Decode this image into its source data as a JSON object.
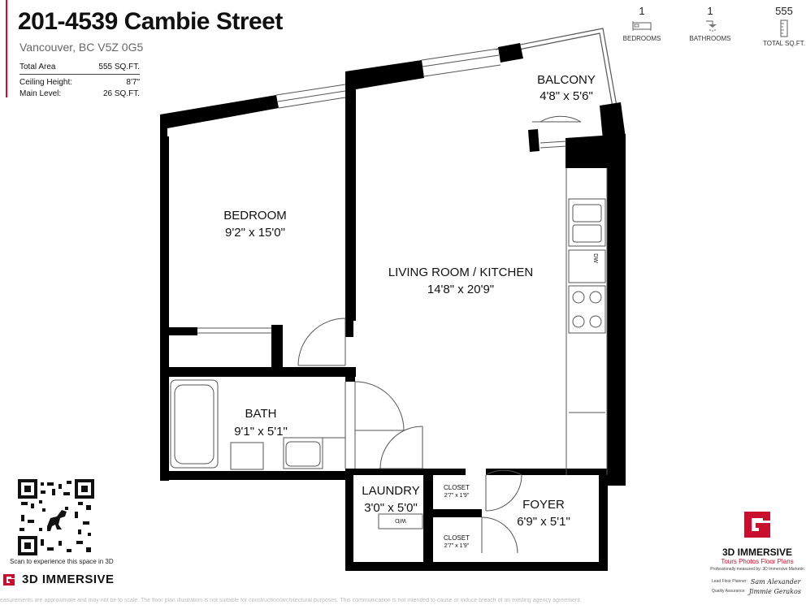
{
  "header": {
    "title": "201-4539 Cambie Street",
    "address": "Vancouver, BC V5Z 0G5",
    "stats": [
      {
        "label": "Total Area",
        "value": "555 SQ.FT."
      },
      {
        "label": "Ceiling Height:",
        "value": "8'7\""
      },
      {
        "label": "Main Level:",
        "value": "26 SQ.FT."
      }
    ]
  },
  "summary": [
    {
      "value": "1",
      "label": "BEDROOMS",
      "icon": "bed-icon"
    },
    {
      "value": "1",
      "label": "BATHROOMS",
      "icon": "shower-icon"
    },
    {
      "value": "555",
      "label": "TOTAL SQ.FT.",
      "icon": "ruler-icon"
    }
  ],
  "rooms": {
    "bedroom": {
      "name": "BEDROOM",
      "dims": "9'2\" x 15'0\""
    },
    "living": {
      "name": "LIVING ROOM / KITCHEN",
      "dims": "14'8\" x 20'9\""
    },
    "balcony": {
      "name": "BALCONY",
      "dims": "4'8\" x 5'6\""
    },
    "bath": {
      "name": "BATH",
      "dims": "9'1\" x 5'1\""
    },
    "laundry": {
      "name": "LAUNDRY",
      "dims": "3'0\" x 5'0\""
    },
    "foyer": {
      "name": "FOYER",
      "dims": "6'9\" x 5'1\""
    },
    "closet1": {
      "name": "CLOSET",
      "dims": "2'7\" x 1'9\""
    },
    "closet2": {
      "name": "CLOSET",
      "dims": "2'7\" x 1'9\""
    }
  },
  "fixtures": {
    "dishwasher": "DW",
    "washer_dryer": "W/D"
  },
  "qr": {
    "caption": "Scan to experience this space in 3D"
  },
  "brand": {
    "name": "3D IMMERSIVE",
    "tagline": "Tours  Photos  Floor Plans",
    "measured": "Professionally measured by: 3D Immersive Marketin",
    "accent": "#c8102e",
    "credits": [
      {
        "role": "Lead Floor Planner:",
        "name": "Sam Alexander"
      },
      {
        "role": "Quality Assurance:",
        "name": "Jimmie Gerakos"
      }
    ]
  },
  "disclaimer": "easurements are approximate and may not be to scale. The floor plan illustration is not suitable for construction/architectural purposes. This communication is not intended to cause or induce breach of an existing agency agreement."
}
